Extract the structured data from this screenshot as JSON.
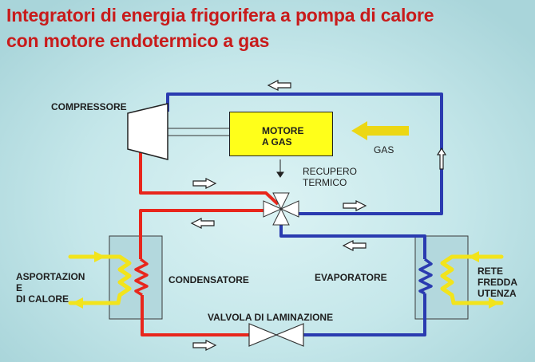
{
  "title": {
    "line1": "Integratori di energia frigorifera a pompa di calore",
    "line2": "con motore endotermico a gas"
  },
  "labels": {
    "compressor": "COMPRESSORE",
    "motor": "MOTORE\nA GAS",
    "gas": "GAS",
    "heat_recovery": "RECUPERO\nTERMICO",
    "condenser": "CONDENSATORE",
    "evaporator": "EVAPORATORE",
    "heat_removal": "ASPORTAZION\nE\nDI CALORE",
    "cold_network": "RETE\nFREDDA\nUTENZA",
    "expansion_valve": "VALVOLA DI LAMINAZIONE"
  },
  "colors": {
    "hot_line": "#e8261c",
    "cold_line": "#2a3bb0",
    "motor_fill": "#ffff1a",
    "water_loop": "#f2e41c",
    "title": "#c81b1b",
    "box_fill": "#b3d8dd"
  }
}
